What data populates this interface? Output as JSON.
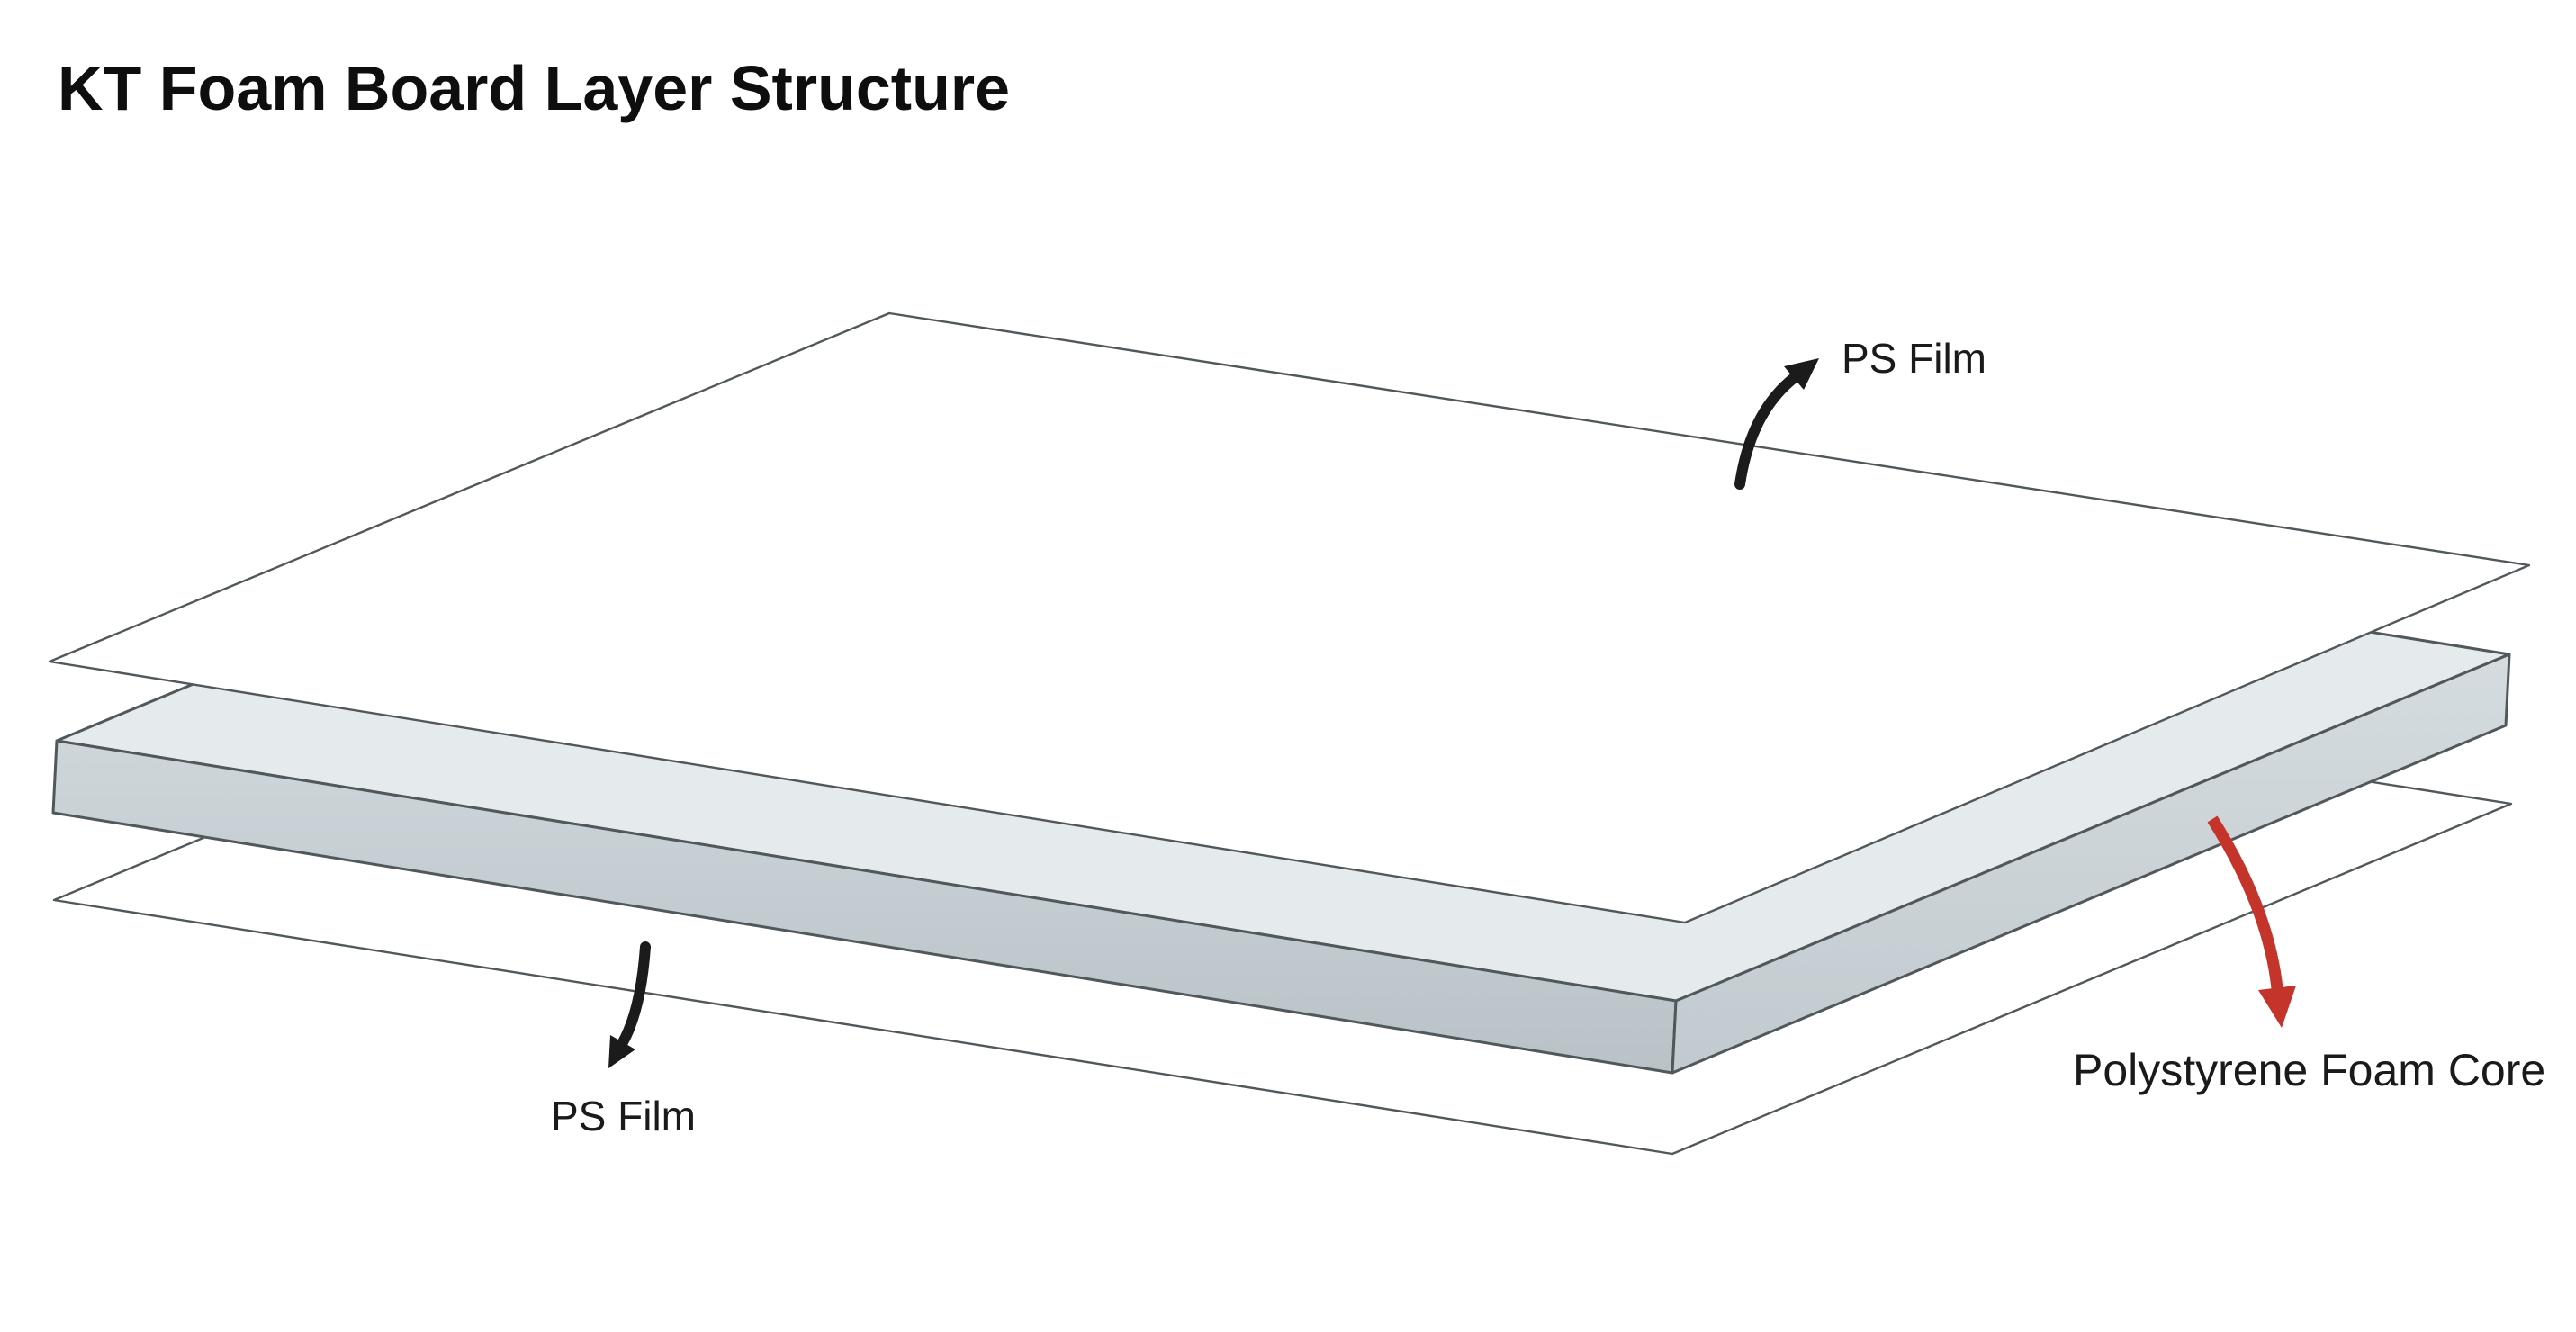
{
  "title": "KT Foam Board Layer Structure",
  "diagram": {
    "top_film_label": "PS Film",
    "bottom_film_label": "PS Film",
    "core_label": "Polystyrene Foam Core"
  },
  "colors": {
    "background": "#ffffff",
    "text": "#1a1a1a",
    "title_text": "#0e0e0e",
    "edge": "#51585c",
    "film_fill": "#ffffff",
    "core_top": "#e5ebed",
    "core_front_left_top": "#ced6da",
    "core_front_left_bottom": "#b8c2c7",
    "core_front_right_top": "#d5dcdf",
    "core_front_right_bottom": "#c1cacf",
    "arrow_black": "#1b1b1b",
    "arrow_red": "#c5342b"
  }
}
